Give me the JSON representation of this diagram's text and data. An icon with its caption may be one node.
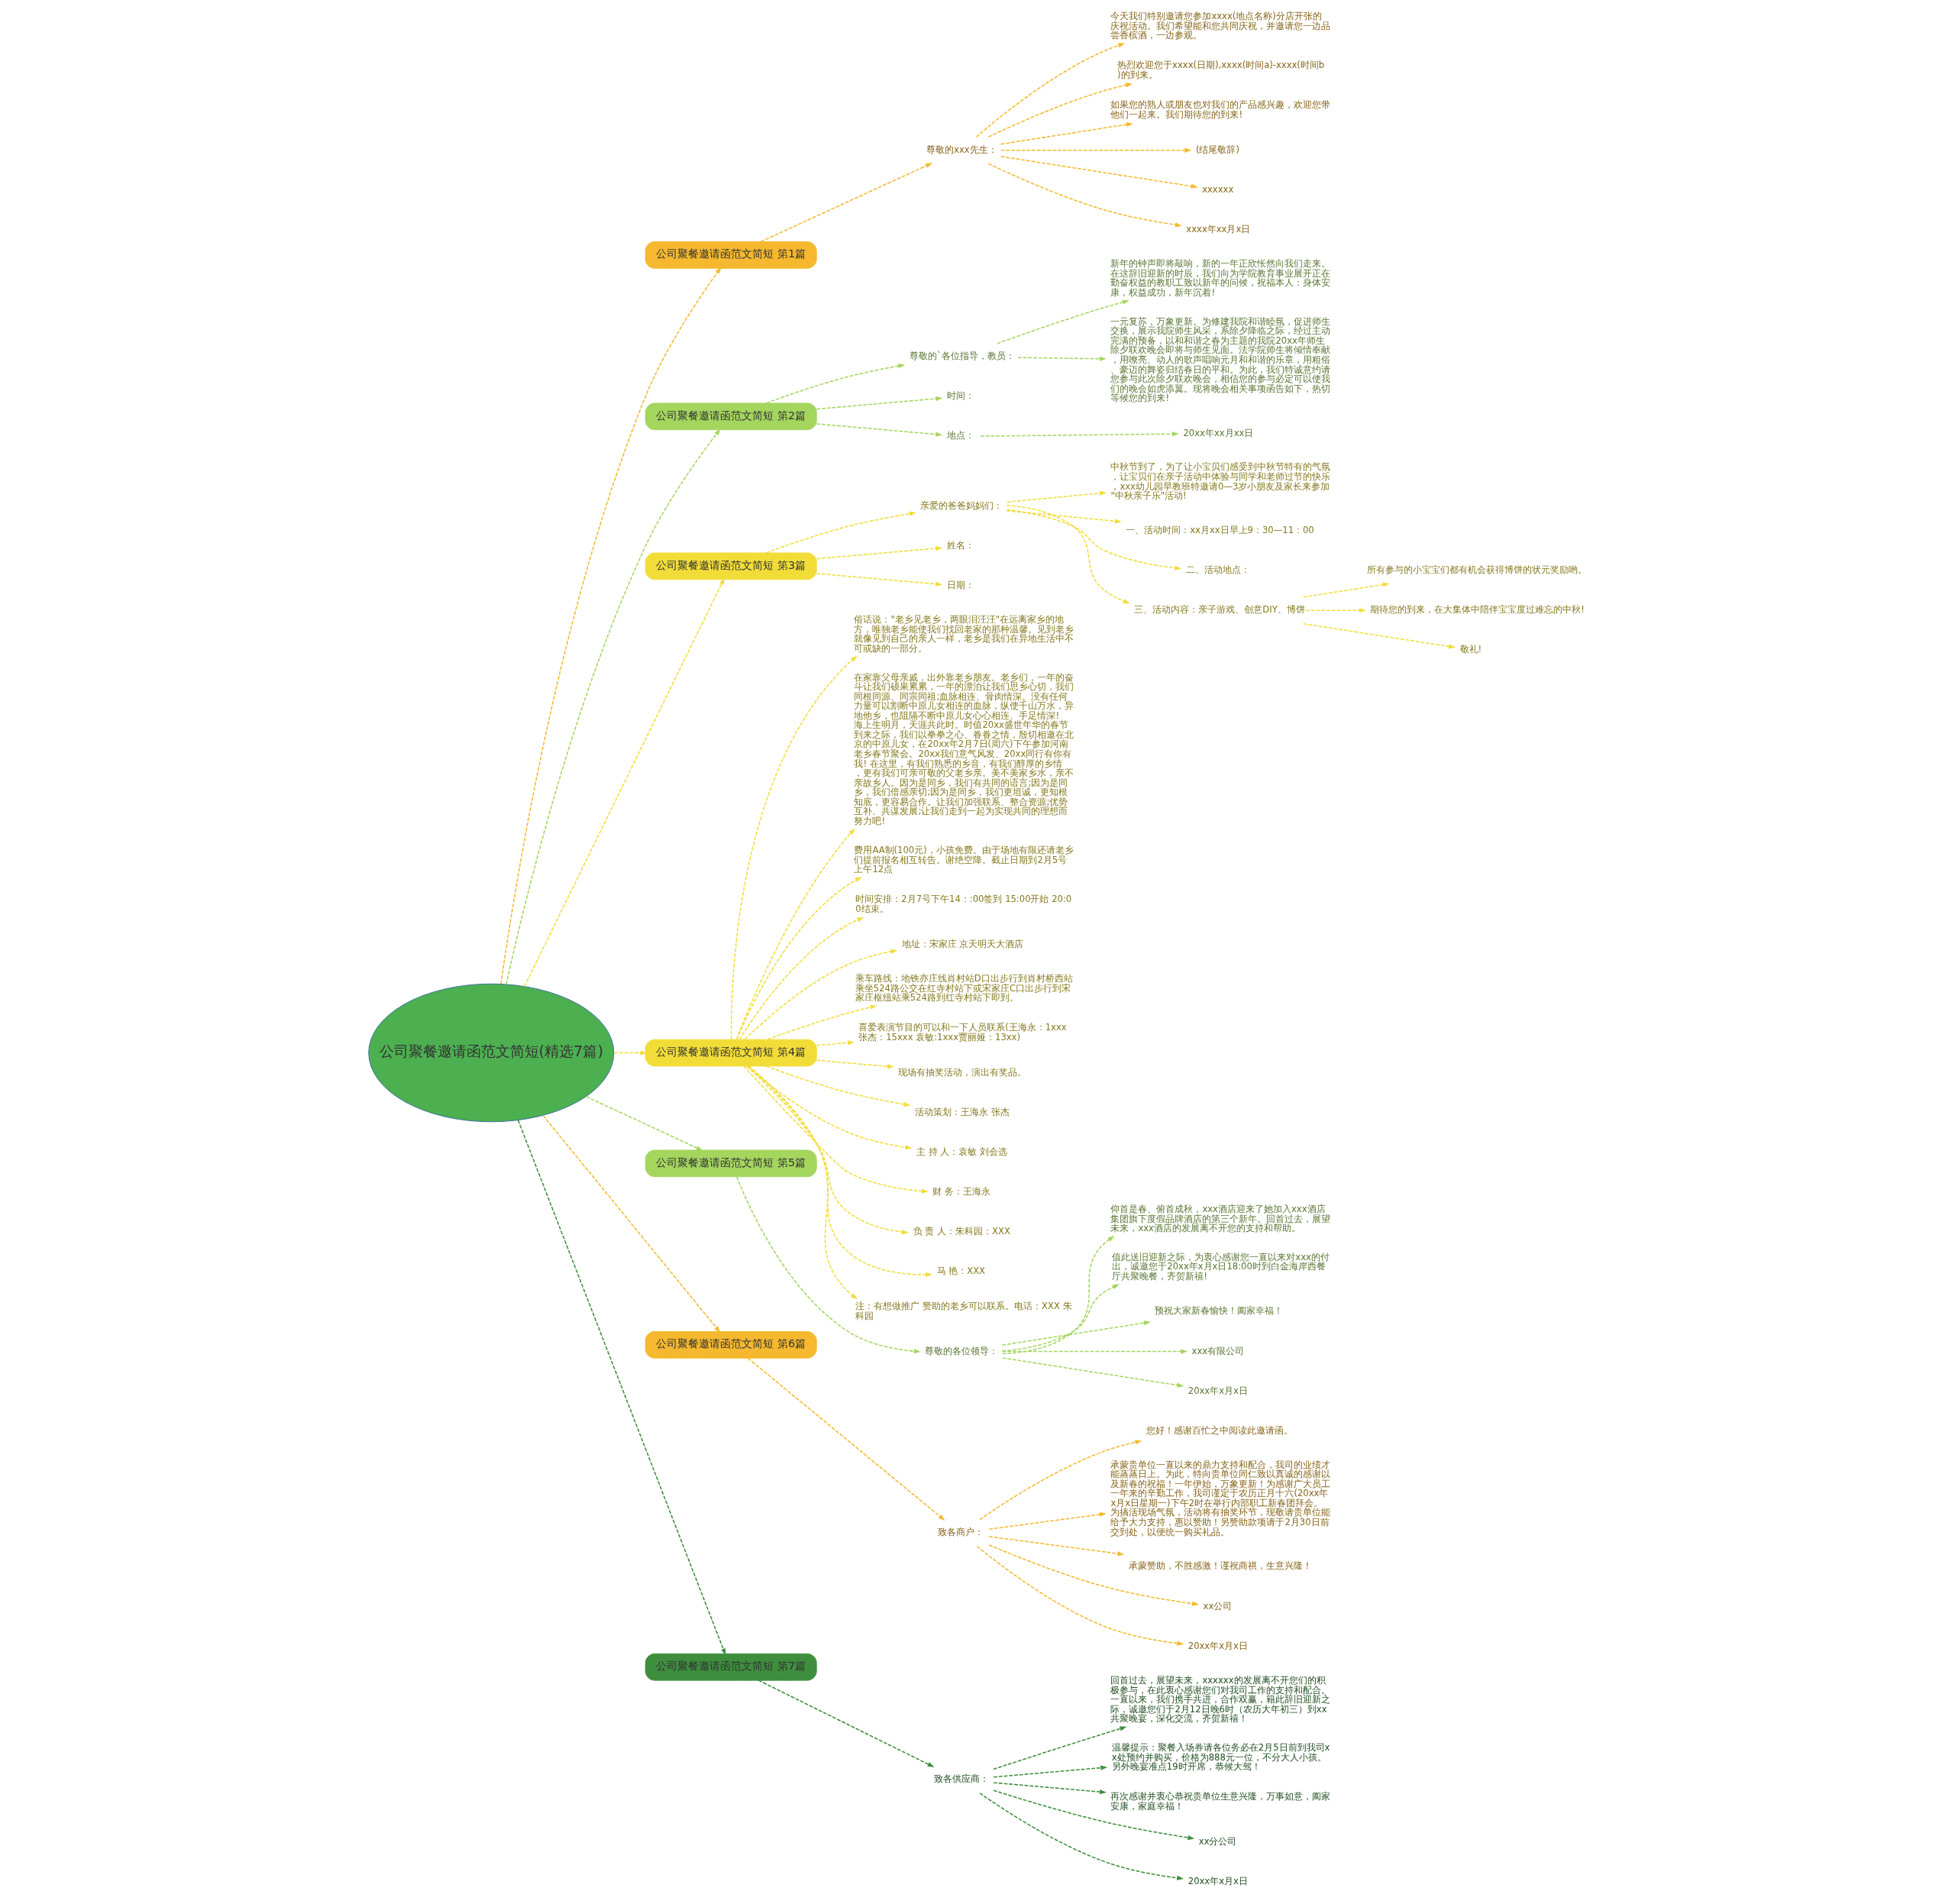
{
  "diagram": {
    "nodes": [
      {
        "text": [
          "公司聚餐邀请函范文简短(精选7篇)"
        ]
      },
      {
        "text": [
          "公司聚餐邀请函范文简短 第1篇"
        ]
      },
      {
        "text": [
          "尊敬的xxx先生："
        ]
      },
      {
        "text": [
          "今天我们特别邀请您参加xxxx(地点名称)分店开张的庆祝活动。我们希望能和您共同庆祝，并邀请您一边品尝香槟酒，一边参观。"
        ]
      },
      {
        "text": [
          "热烈欢迎您于xxxx(日期),xxxx(时间a)-xxxx(时间b)的到来。"
        ]
      },
      {
        "text": [
          "如果您的熟人或朋友也对我们的产品感兴趣，欢迎您带他们一起来。我们期待您的到来!"
        ]
      },
      {
        "text": [
          "(结尾敬辞)"
        ]
      },
      {
        "text": [
          "xxxxxx"
        ]
      },
      {
        "text": [
          "xxxx年xx月x日"
        ]
      },
      {
        "text": [
          "公司聚餐邀请函范文简短 第2篇"
        ]
      },
      {
        "text": [
          "尊敬的`各位指导，教员："
        ]
      },
      {
        "text": [
          "新年的钟声即将敲响，新的一年正欣怅然向我们走来。在这辞旧迎新的时辰，我们向为学院教育事业展开正在勤奋权益的教职工致以新年的问候，祝福本人：身体安康，权益成功，新年沉着!"
        ]
      },
      {
        "text": [
          "一元复苏，万象更新。为修建我院和谐睦氛，促进师生交换，展示我院师生风采，系除夕降临之际，经过主动完满的预备，以和和谐之春为主题的我院20xx年师生除夕联欢晚会即将与师生见面。法学院师生将倾情奉献，用嘹亮、动人的歌声唱响元月和和谐的乐章，用粗俗、豪迈的舞姿归结春日的平和。为此，我们特诚意约请您参与此次除夕联欢晚会，相信您的参与必定可以使我们的晚会如虎添翼。现将晚会相关事项函告如下，热切等候您的到来!"
        ]
      },
      {
        "text": [
          "时间："
        ]
      },
      {
        "text": [
          "地点："
        ]
      },
      {
        "text": [
          "20xx年xx月xx日"
        ]
      },
      {
        "text": [
          "公司聚餐邀请函范文简短 第3篇"
        ]
      },
      {
        "text": [
          "亲爱的爸爸妈妈们："
        ]
      },
      {
        "text": [
          "中秋节到了，为了让小宝贝们感受到中秋节特有的气氛，让宝贝们在亲子活动中体验与同学和老师过节的快乐，xxx幼儿园早教班特邀请0—3岁小朋友及家长来参加\"中秋亲子乐\"活动!"
        ]
      },
      {
        "text": [
          "一、活动时间：xx月xx日早上9：30—11：00"
        ]
      },
      {
        "text": [
          "二、活动地点："
        ]
      },
      {
        "text": [
          "三、活动内容：亲子游戏、创意DIY、博饼"
        ]
      },
      {
        "text": [
          "所有参与的小宝宝们都有机会获得博饼的状元奖励哟。"
        ]
      },
      {
        "text": [
          "期待您的到来，在大集体中陪伴宝宝度过难忘的中秋!"
        ]
      },
      {
        "text": [
          "敬礼!"
        ]
      },
      {
        "text": [
          "姓名："
        ]
      },
      {
        "text": [
          "日期："
        ]
      },
      {
        "text": [
          "公司聚餐邀请函范文简短 第4篇"
        ]
      },
      {
        "text": [
          "俗话说：\"老乡见老乡，两眼泪汪汪\"在远离家乡的地方，唯独老乡能使我们找回老家的那种温馨。见到老乡就像见到自己的亲人一样，老乡是我们在异地生活中不可或缺的一部分。"
        ]
      },
      {
        "text": [
          "在家靠父母亲戚，出外靠老乡朋友。老乡们，一年的奋斗让我们硕果累累，一年的漂泊让我们思乡心切，我们同根同源、同宗同祖;血脉相连、骨肉情深。没有任何力量可以割断中原儿女相连的血脉，纵使千山万水，异地他乡，也阻隔不断中原儿女心心相连、手足情深! 海上生明月，天涯共此时。时值20xx盛世年华的春节到来之际，我们以拳拳之心、眷眷之情，殷切相邀在北京的中原儿女，在20xx年2月7日(周六)下午参加河南老乡春节聚会。20xx我们意气风发、20xx同行有你有我! 在这里，有我们熟悉的乡音，有我们醇厚的乡情，更有我们可亲可敬的父老乡亲。美不美家乡水，亲不亲故乡人。因为是同乡，我们有共同的语言;因为是同乡，我们倍感亲切;因为是同乡，我们更坦诚，更知根知底，更容易合作。让我们加强联系、整合资源;优势互补、共谋发展;让我们走到一起为实现共同的理想而努力吧!"
        ]
      },
      {
        "text": [
          "费用AA制(100元)，小孩免费。由于场地有限还请老乡们提前报名相互转告。谢绝空降。截止日期到2月5号上午12点"
        ]
      },
      {
        "text": [
          "时间安排：2月7号下午14：:00签到 15:00开始 20:00结束。"
        ]
      },
      {
        "text": [
          "地址：宋家庄 京天明天大酒店"
        ]
      },
      {
        "text": [
          "乘车路线：地铁亦庄线肖村站D口出步行到肖村桥西站乘坐524路公交在红寺村站下或宋家庄C口出步行到宋家庄枢纽站乘524路到红寺村站下即到。"
        ]
      },
      {
        "text": [
          "喜爱表演节目的可以和一下人员联系(王海永：1xxx 张杰：15xxx 袁敏:1xxx贾丽娅：13xx)"
        ]
      },
      {
        "text": [
          "现场有抽奖活动，演出有奖品。"
        ]
      },
      {
        "text": [
          "活动策划：王海永 张杰"
        ]
      },
      {
        "text": [
          "主 持 人：袁敏 刘会选"
        ]
      },
      {
        "text": [
          "财 务：王海永"
        ]
      },
      {
        "text": [
          "负 责 人：朱科园：XXX"
        ]
      },
      {
        "text": [
          "马 艳：XXX"
        ]
      },
      {
        "text": [
          "注：有想做推广 赞助的老乡可以联系。电话：XXX 朱科园"
        ]
      },
      {
        "text": [
          "公司聚餐邀请函范文简短 第5篇"
        ]
      },
      {
        "text": [
          "尊敬的各位领导："
        ]
      },
      {
        "text": [
          "仰首是春、俯首成秋，xxx酒店迎来了她加入xxx酒店集团旗下度假品牌酒店的第三个新年。回首过去，展望未来，xxx酒店的发展离不开您的支持和帮助。"
        ]
      },
      {
        "text": [
          "值此送旧迎新之际，为衷心感谢您一直以来对xxx的付出，诚邀您于20xx年x月x日18:00时到白金海岸西餐厅共聚晚餐，齐贺新禧!"
        ]
      },
      {
        "text": [
          "预祝大家新春愉快！阖家幸福！"
        ]
      },
      {
        "text": [
          "xxx有限公司"
        ]
      },
      {
        "text": [
          "20xx年x月x日"
        ]
      },
      {
        "text": [
          "公司聚餐邀请函范文简短 第6篇"
        ]
      },
      {
        "text": [
          "致各商户："
        ]
      },
      {
        "text": [
          "您好！感谢百忙之中阅读此邀请函。"
        ]
      },
      {
        "text": [
          "承蒙贵单位一直以来的鼎力支持和配合，我司的业绩才能蒸蒸日上。为此，特向贵单位同仁致以真诚的感谢以及新春的祝福！一年伊始，万象更新！为感谢广大员工一年来的辛勤工作，我司谨定于农历正月十六(20xx年x月x日星期一)下午2时在举行内部职工新春团拜会。为搞活现场气氛，活动将有抽奖环节，现敬请贵单位能给予大力支持，惠以赞助！另赞助款项请于2月30日前交到处，以便统一购买礼品。"
        ]
      },
      {
        "text": [
          "承蒙赞助，不胜感激！谨祝商祺，生意兴隆！"
        ]
      },
      {
        "text": [
          "xx公司"
        ]
      },
      {
        "text": [
          "20xx年x月x日"
        ]
      },
      {
        "text": [
          "公司聚餐邀请函范文简短 第7篇"
        ]
      },
      {
        "text": [
          "致各供应商："
        ]
      },
      {
        "text": [
          "回首过去，展望未来，xxxxxx的发展离不开您们的积极参与，在此衷心感谢您们对我司工作的支持和配合。一直以来，我们携手共进，合作双赢，籍此辞旧迎新之际，诚邀您们于2月12日晚6时（农历大年初三）到xx共聚晚宴，深化交流，齐贺新禧！"
        ]
      },
      {
        "text": [
          "温馨提示：聚餐入场券请各位务必在2月5日前到我司xx处预约并购买，价格为888元一位，不分大人小孩。另外晚宴准点19时开席，恭候大驾！"
        ]
      },
      {
        "text": [
          "再次感谢并衷心恭祝贵单位生意兴隆，万事如意，阖家安康，家庭幸福！"
        ]
      },
      {
        "text": [
          "xx分公司"
        ]
      },
      {
        "text": [
          "20xx年x月x日"
        ]
      }
    ],
    "edges": [
      {
        "from": 0,
        "to": 1,
        "arrow": "to",
        "style": "dashed",
        "color": "#f5b82e"
      },
      {
        "from": 1,
        "to": 2,
        "arrow": "to",
        "style": "dashed",
        "color": "#f5b82e"
      },
      {
        "from": 2,
        "to": 3,
        "arrow": "to",
        "style": "dashed",
        "color": "#f5b82e"
      },
      {
        "from": 2,
        "to": 4,
        "arrow": "to",
        "style": "dashed",
        "color": "#f5b82e"
      },
      {
        "from": 2,
        "to": 5,
        "arrow": "to",
        "style": "dashed",
        "color": "#f5b82e"
      },
      {
        "from": 2,
        "to": 6,
        "arrow": "to",
        "style": "dashed",
        "color": "#f5b82e"
      },
      {
        "from": 2,
        "to": 7,
        "arrow": "to",
        "style": "dashed",
        "color": "#f5b82e"
      },
      {
        "from": 2,
        "to": 8,
        "arrow": "to",
        "style": "dashed",
        "color": "#f5b82e"
      },
      {
        "from": 0,
        "to": 9,
        "arrow": "to",
        "style": "dashed",
        "color": "#a4d65e"
      },
      {
        "from": 9,
        "to": 10,
        "arrow": "to",
        "style": "dashed",
        "color": "#a4d65e"
      },
      {
        "from": 10,
        "to": 11,
        "arrow": "to",
        "style": "dashed",
        "color": "#a4d65e"
      },
      {
        "from": 10,
        "to": 12,
        "arrow": "to",
        "style": "dashed",
        "color": "#a4d65e"
      },
      {
        "from": 9,
        "to": 13,
        "arrow": "to",
        "style": "dashed",
        "color": "#a4d65e"
      },
      {
        "from": 9,
        "to": 14,
        "arrow": "to",
        "style": "dashed",
        "color": "#a4d65e"
      },
      {
        "from": 14,
        "to": 15,
        "arrow": "to",
        "style": "dashed",
        "color": "#a4d65e"
      },
      {
        "from": 0,
        "to": 16,
        "arrow": "to",
        "style": "dashed",
        "color": "#f2dd38"
      },
      {
        "from": 16,
        "to": 17,
        "arrow": "to",
        "style": "dashed",
        "color": "#f2dd38"
      },
      {
        "from": 17,
        "to": 18,
        "arrow": "to",
        "style": "dashed",
        "color": "#f2dd38"
      },
      {
        "from": 17,
        "to": 19,
        "arrow": "to",
        "style": "dashed",
        "color": "#f2dd38"
      },
      {
        "from": 17,
        "to": 20,
        "arrow": "to",
        "style": "dashed",
        "color": "#f2dd38"
      },
      {
        "from": 17,
        "to": 21,
        "arrow": "to",
        "style": "dashed",
        "color": "#f2dd38"
      },
      {
        "from": 21,
        "to": 22,
        "arrow": "to",
        "style": "dashed",
        "color": "#f2dd38"
      },
      {
        "from": 21,
        "to": 23,
        "arrow": "to",
        "style": "dashed",
        "color": "#f2dd38"
      },
      {
        "from": 21,
        "to": 24,
        "arrow": "to",
        "style": "dashed",
        "color": "#f2dd38"
      },
      {
        "from": 16,
        "to": 25,
        "arrow": "to",
        "style": "dashed",
        "color": "#f2dd38"
      },
      {
        "from": 16,
        "to": 26,
        "arrow": "to",
        "style": "dashed",
        "color": "#f2dd38"
      },
      {
        "from": 0,
        "to": 27,
        "arrow": "to",
        "style": "dashed",
        "color": "#f2dd38"
      },
      {
        "from": 27,
        "to": 28,
        "arrow": "to",
        "style": "dashed",
        "color": "#f2dd38"
      },
      {
        "from": 27,
        "to": 29,
        "arrow": "to",
        "style": "dashed",
        "color": "#f2dd38"
      },
      {
        "from": 27,
        "to": 30,
        "arrow": "to",
        "style": "dashed",
        "color": "#f2dd38"
      },
      {
        "from": 27,
        "to": 31,
        "arrow": "to",
        "style": "dashed",
        "color": "#f2dd38"
      },
      {
        "from": 27,
        "to": 32,
        "arrow": "to",
        "style": "dashed",
        "color": "#f2dd38"
      },
      {
        "from": 27,
        "to": 33,
        "arrow": "to",
        "style": "dashed",
        "color": "#f2dd38"
      },
      {
        "from": 27,
        "to": 34,
        "arrow": "to",
        "style": "dashed",
        "color": "#f2dd38"
      },
      {
        "from": 27,
        "to": 35,
        "arrow": "to",
        "style": "dashed",
        "color": "#f2dd38"
      },
      {
        "from": 27,
        "to": 36,
        "arrow": "to",
        "style": "dashed",
        "color": "#f2dd38"
      },
      {
        "from": 27,
        "to": 37,
        "arrow": "to",
        "style": "dashed",
        "color": "#f2dd38"
      },
      {
        "from": 27,
        "to": 38,
        "arrow": "to",
        "style": "dashed",
        "color": "#f2dd38"
      },
      {
        "from": 27,
        "to": 39,
        "arrow": "to",
        "style": "dashed",
        "color": "#f2dd38"
      },
      {
        "from": 27,
        "to": 40,
        "arrow": "to",
        "style": "dashed",
        "color": "#f2dd38"
      },
      {
        "from": 27,
        "to": 41,
        "arrow": "to",
        "style": "dashed",
        "color": "#f2dd38"
      },
      {
        "from": 0,
        "to": 42,
        "arrow": "to",
        "style": "dashed",
        "color": "#a4d65e"
      },
      {
        "from": 42,
        "to": 43,
        "arrow": "to",
        "style": "dashed",
        "color": "#a4d65e"
      },
      {
        "from": 43,
        "to": 44,
        "arrow": "to",
        "style": "dashed",
        "color": "#a4d65e"
      },
      {
        "from": 43,
        "to": 45,
        "arrow": "to",
        "style": "dashed",
        "color": "#a4d65e"
      },
      {
        "from": 43,
        "to": 46,
        "arrow": "to",
        "style": "dashed",
        "color": "#a4d65e"
      },
      {
        "from": 43,
        "to": 47,
        "arrow": "to",
        "style": "dashed",
        "color": "#a4d65e"
      },
      {
        "from": 43,
        "to": 48,
        "arrow": "to",
        "style": "dashed",
        "color": "#a4d65e"
      },
      {
        "from": 0,
        "to": 49,
        "arrow": "to",
        "style": "dashed",
        "color": "#f5b82e"
      },
      {
        "from": 49,
        "to": 50,
        "arrow": "to",
        "style": "dashed",
        "color": "#f5b82e"
      },
      {
        "from": 50,
        "to": 51,
        "arrow": "to",
        "style": "dashed",
        "color": "#f5b82e"
      },
      {
        "from": 50,
        "to": 52,
        "arrow": "to",
        "style": "dashed",
        "color": "#f5b82e"
      },
      {
        "from": 50,
        "to": 53,
        "arrow": "to",
        "style": "dashed",
        "color": "#f5b82e"
      },
      {
        "from": 50,
        "to": 54,
        "arrow": "to",
        "style": "dashed",
        "color": "#f5b82e"
      },
      {
        "from": 50,
        "to": 55,
        "arrow": "to",
        "style": "dashed",
        "color": "#f5b82e"
      },
      {
        "from": 0,
        "to": 56,
        "arrow": "to",
        "style": "dashed",
        "color": "#3e8e3e"
      },
      {
        "from": 56,
        "to": 57,
        "arrow": "to",
        "style": "dashed",
        "color": "#3e8e3e"
      },
      {
        "from": 57,
        "to": 58,
        "arrow": "to",
        "style": "dashed",
        "color": "#3e8e3e"
      },
      {
        "from": 57,
        "to": 59,
        "arrow": "to",
        "style": "dashed",
        "color": "#3e8e3e"
      },
      {
        "from": 57,
        "to": 60,
        "arrow": "to",
        "style": "dashed",
        "color": "#3e8e3e"
      },
      {
        "from": 57,
        "to": 61,
        "arrow": "to",
        "style": "dashed",
        "color": "#3e8e3e"
      },
      {
        "from": 57,
        "to": 62,
        "arrow": "to",
        "style": "dashed",
        "color": "#3e8e3e"
      }
    ]
  }
}
